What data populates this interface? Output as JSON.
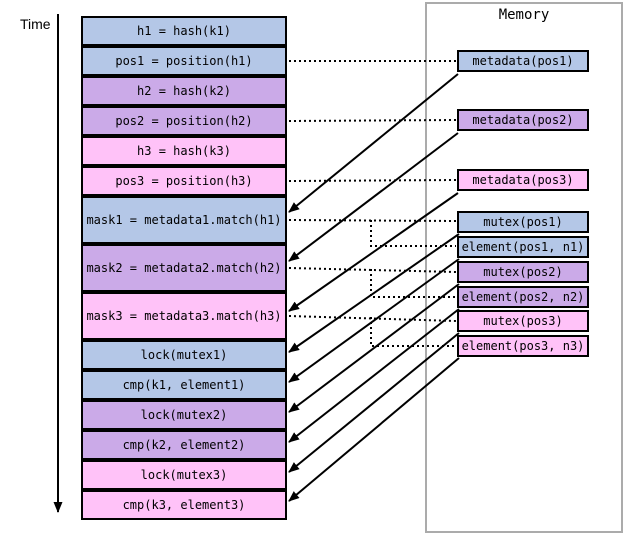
{
  "colors": {
    "blue": "#b4c7e7",
    "purple": "#cbaae8",
    "pink": "#ffc2f8",
    "memory_border": "#ababab",
    "line": "#000000"
  },
  "time_axis": {
    "label": "Time"
  },
  "memory": {
    "title": "Memory",
    "cells": [
      {
        "label": "metadata(pos1)",
        "color": "blue"
      },
      {
        "label": "metadata(pos2)",
        "color": "purple"
      },
      {
        "label": "metadata(pos3)",
        "color": "pink"
      },
      {
        "label": "mutex(pos1)",
        "color": "blue"
      },
      {
        "label": "element(pos1, n1)",
        "color": "blue"
      },
      {
        "label": "mutex(pos2)",
        "color": "purple"
      },
      {
        "label": "element(pos2, n2)",
        "color": "purple"
      },
      {
        "label": "mutex(pos3)",
        "color": "pink"
      },
      {
        "label": "element(pos3, n3)",
        "color": "pink"
      }
    ]
  },
  "timeline": {
    "steps": [
      {
        "label": "h1 = hash(k1)",
        "color": "blue"
      },
      {
        "label": "pos1 = position(h1)",
        "color": "blue"
      },
      {
        "label": "h2 = hash(k2)",
        "color": "purple"
      },
      {
        "label": "pos2 = position(h2)",
        "color": "purple"
      },
      {
        "label": "h3 = hash(k3)",
        "color": "pink"
      },
      {
        "label": "pos3 = position(h3)",
        "color": "pink"
      },
      {
        "label": "mask1 = metadata1.match(h1)",
        "color": "blue"
      },
      {
        "label": "mask2 = metadata2.match(h2)",
        "color": "purple"
      },
      {
        "label": "mask3 = metadata3.match(h3)",
        "color": "pink"
      },
      {
        "label": "lock(mutex1)",
        "color": "blue"
      },
      {
        "label": "cmp(k1, element1)",
        "color": "blue"
      },
      {
        "label": "lock(mutex2)",
        "color": "purple"
      },
      {
        "label": "cmp(k2, element2)",
        "color": "purple"
      },
      {
        "label": "lock(mutex3)",
        "color": "pink"
      },
      {
        "label": "cmp(k3, element3)",
        "color": "pink"
      }
    ]
  }
}
